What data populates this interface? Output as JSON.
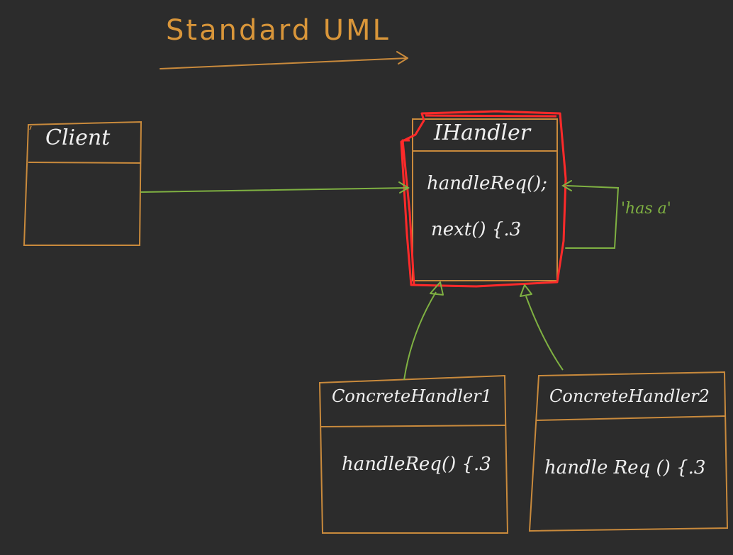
{
  "title": "Standard UML",
  "colors": {
    "background": "#2c2c2c",
    "box_stroke": "#c98a3c",
    "arrow": "#7fb142",
    "highlight": "#ff2a2a",
    "text": "#efefef",
    "title": "#d9963a"
  },
  "classes": {
    "client": {
      "name": "Client"
    },
    "ihandler": {
      "name": "IHandler",
      "members": [
        "handleReq();",
        "next() {.3"
      ]
    },
    "concrete1": {
      "name": "ConcreteHandler1",
      "members": [
        "handleReq() {.3"
      ]
    },
    "concrete2": {
      "name": "ConcreteHandler2",
      "members": [
        "handle Req () {.3"
      ]
    }
  },
  "relations": {
    "self_association": "'has a'"
  }
}
